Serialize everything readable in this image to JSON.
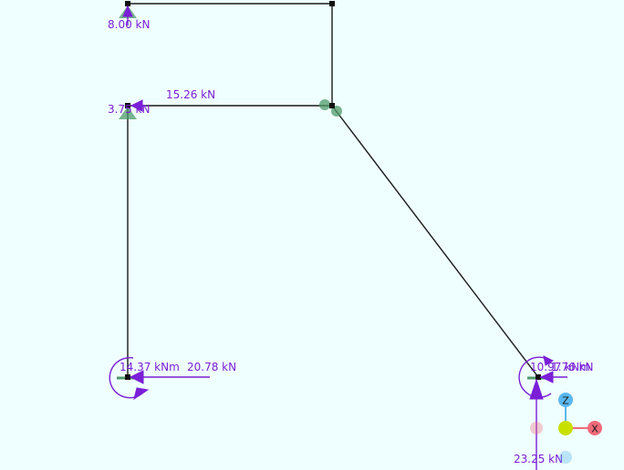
{
  "colors": {
    "background": "#effefe",
    "member": "#1a1a1a",
    "reaction": "#7a1fd6",
    "support": "#4f9a6a",
    "axis_x": "#f06a7a",
    "axis_y": "#c8e000",
    "axis_z": "#5ab8f0"
  },
  "reactions": {
    "top_support_vertical": "8.00 kN",
    "mid_support_vertical": "3.75 kN",
    "mid_member_horizontal": "15.26 kN",
    "base_left_moment": "14.37 kNm",
    "base_left_horizontal": "20.78 kN",
    "base_right_moment": "10.97 kNm",
    "base_right_horizontal": "1.76 kN",
    "base_right_vertical": "23.25 kN"
  },
  "axis_gizmo": {
    "z_label": "Z",
    "x_label": "X"
  }
}
